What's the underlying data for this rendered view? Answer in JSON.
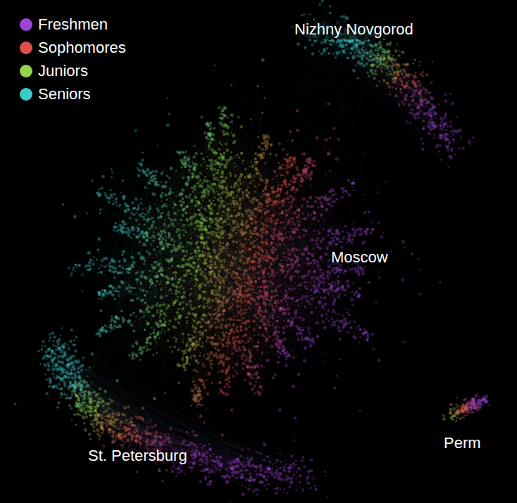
{
  "diagram": {
    "labels": [
      "Nizhny Novgorod",
      "Moscow",
      "St. Petersburg",
      "Perm"
    ],
    "legend": [
      {
        "text": "Freshmen",
        "color": "#9a44d6"
      },
      {
        "text": "Sophomores",
        "color": "#e0504a"
      },
      {
        "text": "Juniors",
        "color": "#93d64a"
      },
      {
        "text": "Seniors",
        "color": "#3ec9c9"
      }
    ]
  }
}
